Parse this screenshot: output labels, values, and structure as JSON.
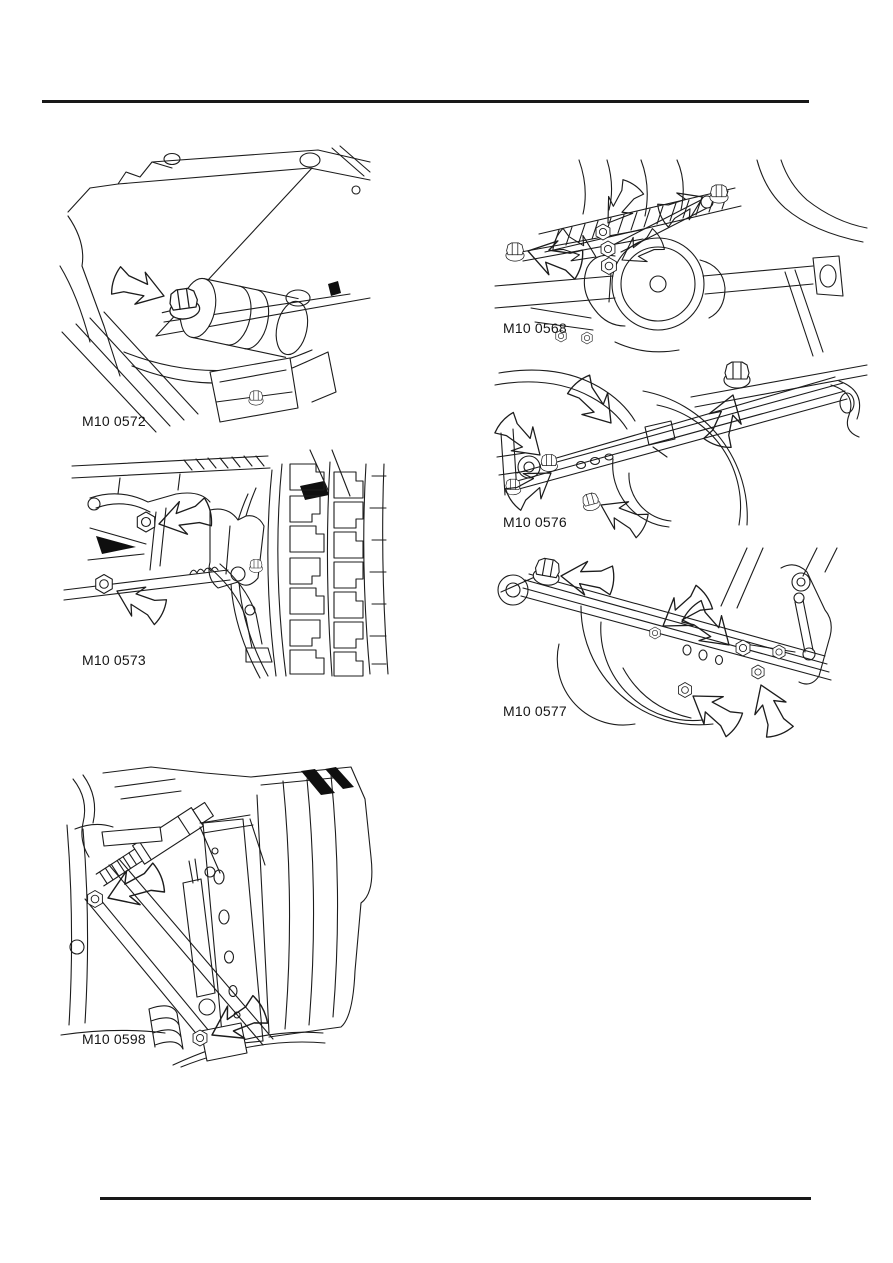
{
  "figures": [
    {
      "label": "M10 0572"
    },
    {
      "label": "M10 0573"
    },
    {
      "label": "M10 0598"
    },
    {
      "label": "M10 0568"
    },
    {
      "label": "M10 0576"
    },
    {
      "label": "M10 0577"
    }
  ]
}
